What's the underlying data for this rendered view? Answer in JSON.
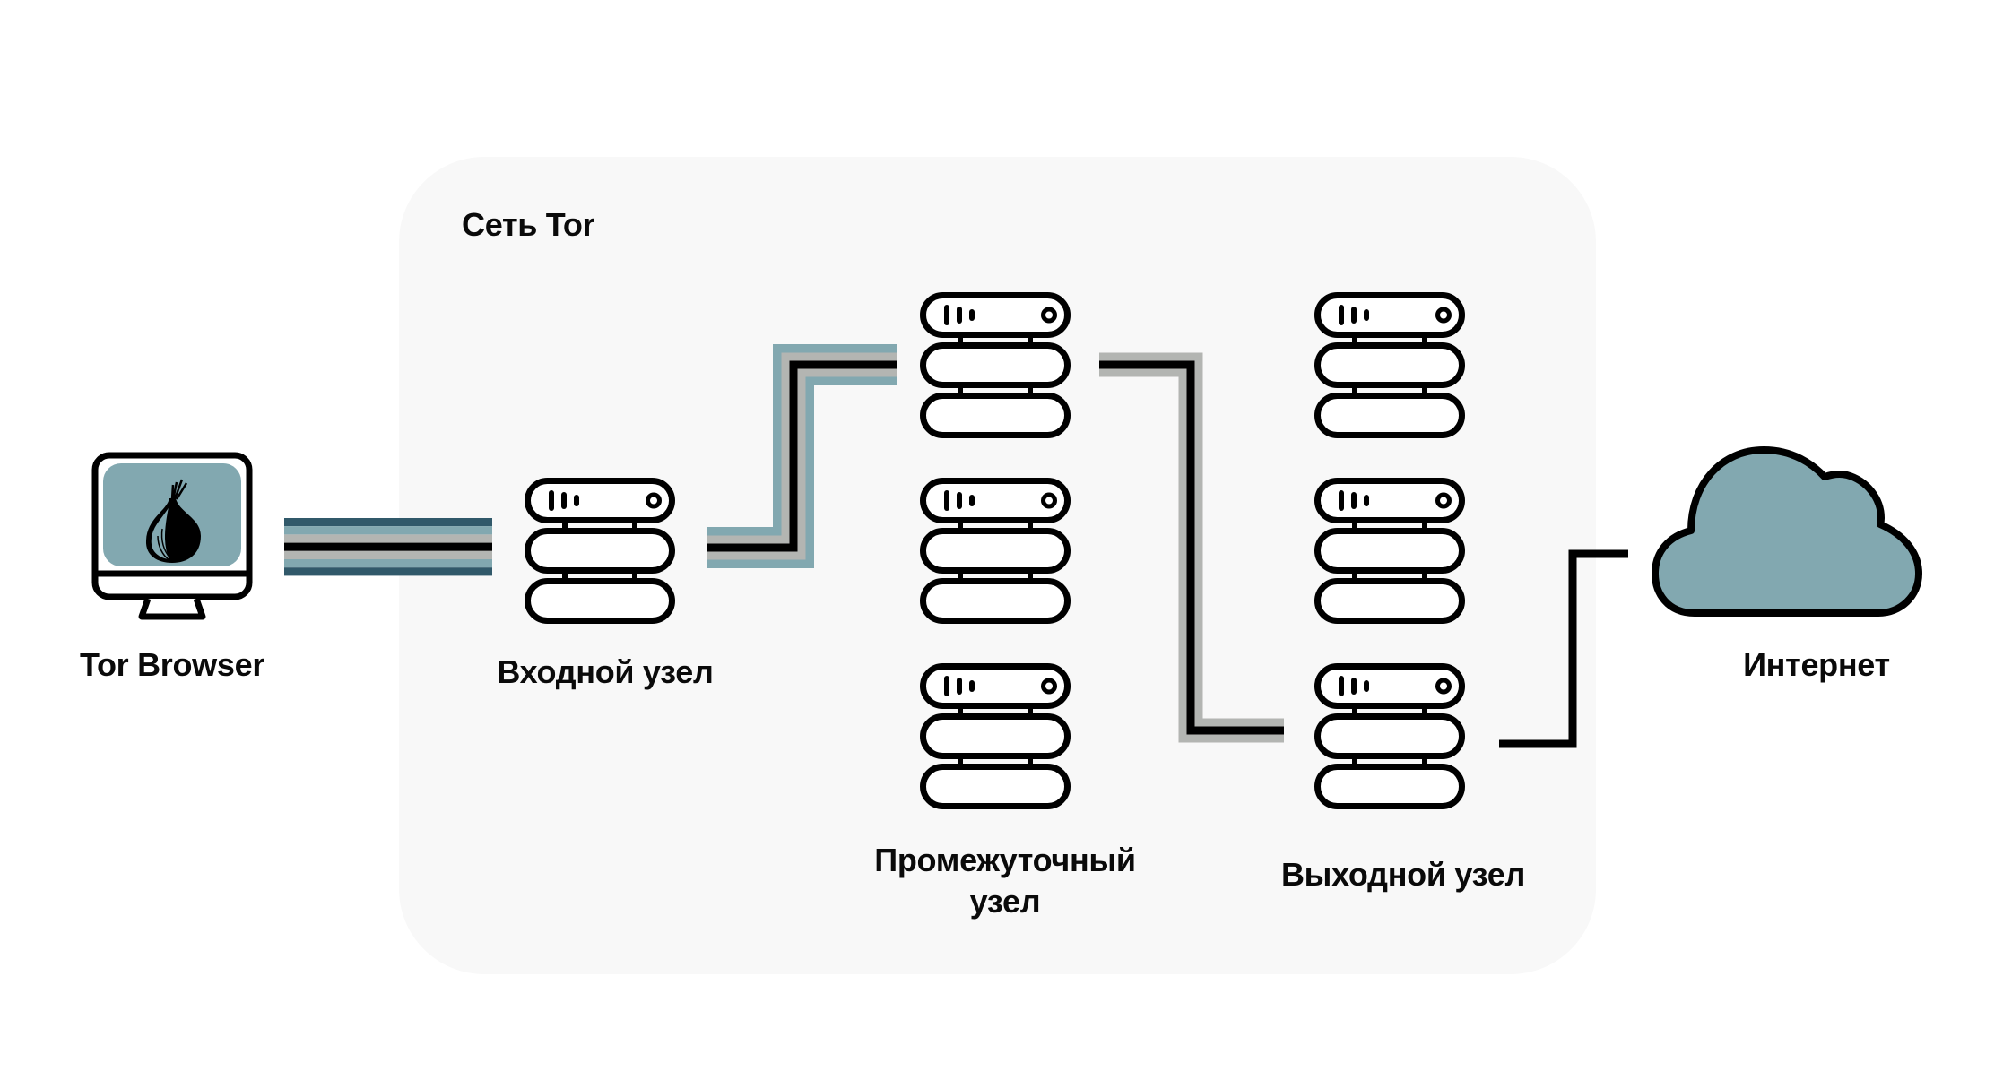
{
  "diagram": {
    "title": "Сеть Tor",
    "colors": {
      "panel_bg": "#f8f8f8",
      "teal_dark": "#31596a",
      "teal_light": "#82a8b0",
      "gray": "#b3b5b2",
      "black": "#000000",
      "screen": "#82a8b0"
    },
    "nodes": {
      "client": {
        "label": "Tor Browser",
        "icon": "monitor-onion-icon"
      },
      "entry": {
        "label": "Входной узел",
        "icon": "server-icon"
      },
      "middle": {
        "label_line1": "Промежуточный",
        "label_line2": "узел",
        "icon": "server-icon",
        "count": 3
      },
      "exit": {
        "label": "Выходной узел",
        "icon": "server-icon",
        "count": 3
      },
      "internet": {
        "label": "Интернет",
        "icon": "cloud-icon"
      }
    },
    "connections": [
      {
        "from": "client",
        "to": "entry",
        "layers": 3
      },
      {
        "from": "entry",
        "to": "middle-1",
        "layers": 2
      },
      {
        "from": "middle-1",
        "to": "exit-3",
        "layers": 1
      },
      {
        "from": "exit-3",
        "to": "internet",
        "layers": 0
      }
    ]
  }
}
